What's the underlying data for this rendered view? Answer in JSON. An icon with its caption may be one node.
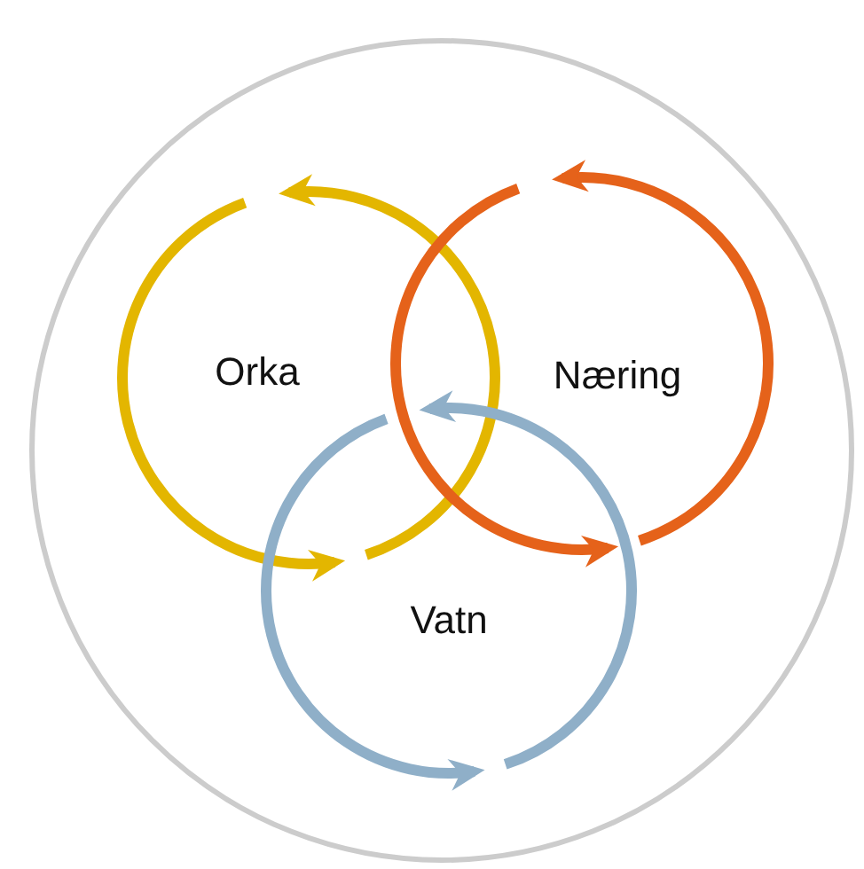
{
  "diagram": {
    "nodes": [
      {
        "text": [],
        "shape": "circle"
      },
      {
        "text": [
          "Orka"
        ],
        "in": 0
      },
      {
        "text": [
          "Næring"
        ],
        "in": 0
      },
      {
        "text": [
          "Vatn"
        ],
        "in": 0
      }
    ]
  }
}
